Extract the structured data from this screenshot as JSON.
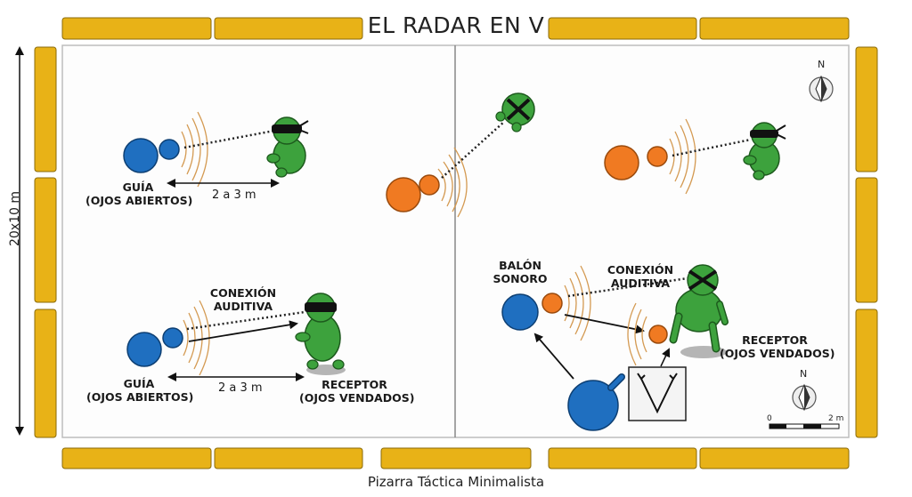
{
  "title": "EL RADAR EN V",
  "footer": "Pizarra Táctica Minimalista",
  "field_size": "20x10 m",
  "labels": {
    "guia_1": [
      "GUÍA",
      "(OJOS ABIERTOS)"
    ],
    "guia_2": [
      "GUÍA",
      "(OJOS ABIERTOS)"
    ],
    "distance_1": "2 a 3 m",
    "distance_2": "2 a 3 m",
    "conexion_1": [
      "CONEXIÓN",
      "AUDITIVA"
    ],
    "receptor_1": [
      "RECEPTOR",
      "(OJOS VENDADOS)"
    ],
    "balon_sonoro": [
      "BALÓN",
      "SONORO"
    ],
    "conexion_2": [
      "CONEXIÓN",
      "AUDITIVA"
    ],
    "receptor_2": [
      "RECEPTOR",
      "(OJOS VENDADOS)"
    ]
  },
  "compass": {
    "north": "N"
  },
  "scale": {
    "start": "0",
    "end": "2 m"
  },
  "colors": {
    "board": "#e8b217",
    "blue": "#1f6fc0",
    "orange": "#f07a22",
    "green": "#3da23d",
    "sound": "#d49a52"
  }
}
